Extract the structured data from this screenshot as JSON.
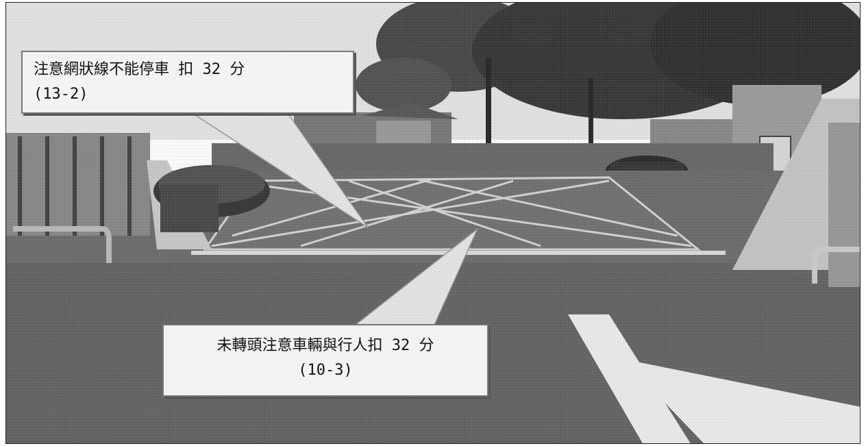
{
  "callouts": {
    "netting_lines": {
      "line1": "注意網狀線不能停車 扣 32 分",
      "line2": "(13-2)"
    },
    "turn_head": {
      "line1": "未轉頭注意車輛與行人扣 32 分",
      "line2": "(10-3)"
    }
  },
  "colors": {
    "road": "#6e6e6e",
    "sky": "#e6e6e6",
    "foliage": "#3a3a3a",
    "markings": "#f0f0f0",
    "callout_fill": "#f3f3f3"
  }
}
